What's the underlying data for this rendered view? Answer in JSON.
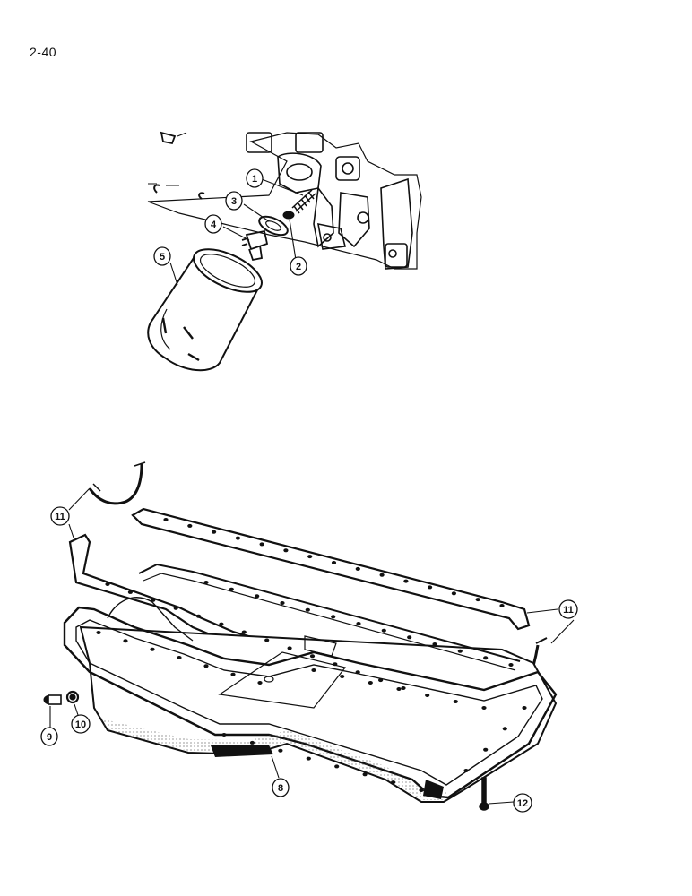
{
  "page": {
    "number": "2-40"
  },
  "callouts": [
    {
      "id": "c1",
      "label": "1"
    },
    {
      "id": "c2",
      "label": "2"
    },
    {
      "id": "c3",
      "label": "3"
    },
    {
      "id": "c4",
      "label": "4"
    },
    {
      "id": "c5",
      "label": "5"
    },
    {
      "id": "c8",
      "label": "8"
    },
    {
      "id": "c9",
      "label": "9"
    },
    {
      "id": "c10",
      "label": "10"
    },
    {
      "id": "c11a",
      "label": "11"
    },
    {
      "id": "c11b",
      "label": "11"
    },
    {
      "id": "c12",
      "label": "12"
    }
  ]
}
